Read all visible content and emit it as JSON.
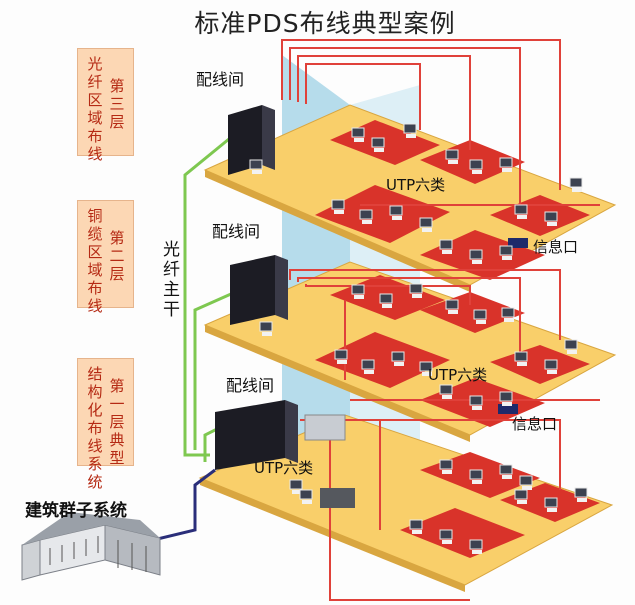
{
  "title": "标准PDS布线典型案例",
  "sidebar": [
    {
      "main": "光纤区域布线",
      "floor": "第三层"
    },
    {
      "main": "铜缆区域布线",
      "floor": "第二层"
    },
    {
      "main": "结构化布线系统",
      "floor": "第一层典型"
    }
  ],
  "labels": {
    "wiring_room": "配线间",
    "utp": "UTP六类",
    "info_outlet": "信息口",
    "fiber_trunk": "光纤主干",
    "building_group": "建筑群子系统"
  },
  "colors": {
    "floor": "#f9cf6a",
    "zone": "#d9332a",
    "cable": "#e0413a",
    "fiber": "#7ec850",
    "shaft": "#a9d6e8",
    "backbone": "#2a2e7a",
    "sidebox": "#fcd7b4"
  }
}
